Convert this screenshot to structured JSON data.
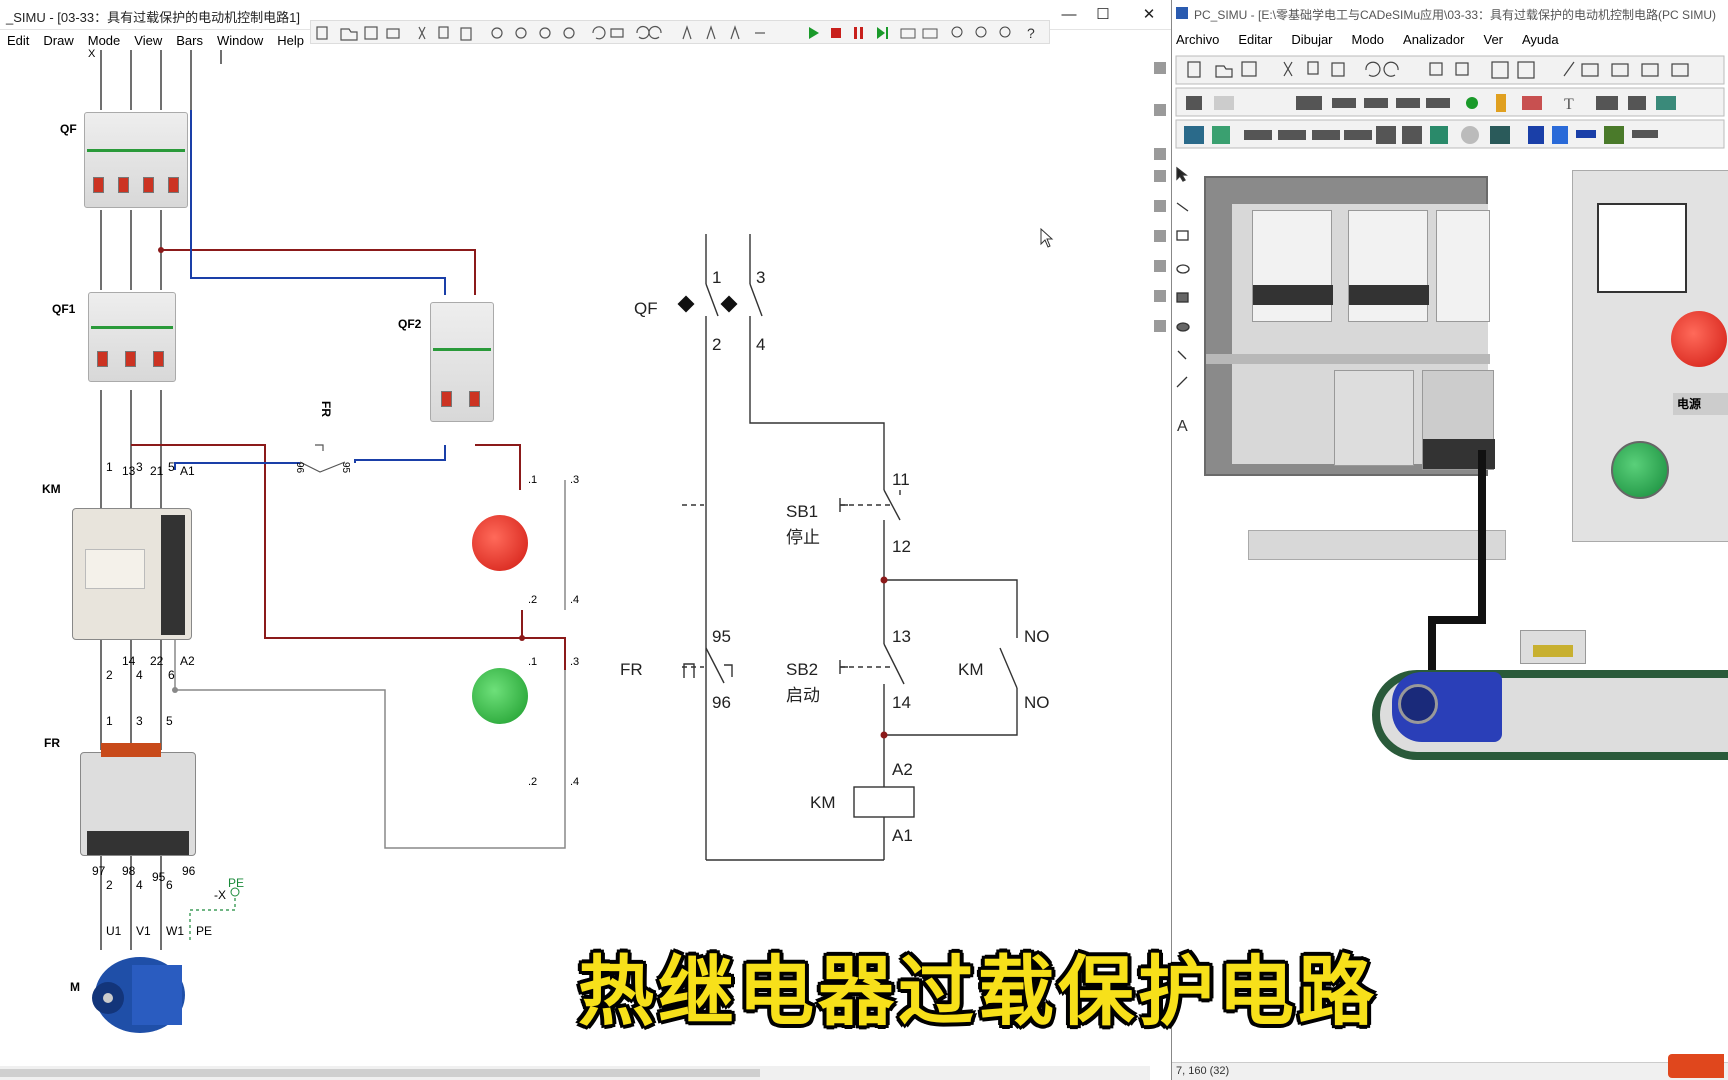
{
  "left_window": {
    "title": "_SIMU - [03-33：具有过载保护的电动机控制电路1]",
    "menu": [
      "Edit",
      "Draw",
      "Mode",
      "View",
      "Bars",
      "Window",
      "Help"
    ],
    "controls": {
      "minimize": "—",
      "maximize": "☐",
      "close": "✕"
    }
  },
  "right_window": {
    "title": "PC_SIMU - [E:\\零基础学电工与CADeSIMu应用\\03-33：具有过载保护的电动机控制电路(PC SIMU)",
    "menu": [
      "Archivo",
      "Editar",
      "Dibujar",
      "Modo",
      "Analizador",
      "Ver",
      "Ayuda"
    ],
    "status": "7, 160 (32)",
    "panel_label": "电源"
  },
  "wiring_labels": {
    "QF": "QF",
    "QF1": "QF1",
    "QF2": "QF2",
    "KM": "KM",
    "FR": "FR",
    "M": "M",
    "fr_small": "FR",
    "fr_96": "96",
    "fr_95": "95",
    "km_top": [
      "1",
      "13",
      "3",
      "21",
      "5",
      "A1"
    ],
    "km_bottom": [
      "2",
      "14",
      "4",
      "22",
      "6",
      "A2"
    ],
    "fr_top": [
      "1",
      "3",
      "5"
    ],
    "fr_bottom": [
      "97",
      "98",
      "95",
      "96",
      "2",
      "4",
      "6"
    ],
    "motor": [
      "U1",
      "V1",
      "W1",
      "PE"
    ],
    "terminal_pe": "PE",
    "terminal_x": "-X",
    "pb_red": [
      ".1",
      ".3",
      ".2",
      ".4"
    ],
    "pb_green": [
      ".1",
      ".3",
      ".2",
      ".4"
    ],
    "top_x": "X"
  },
  "schematic": {
    "QF": "QF",
    "qf_1": "1",
    "qf_3": "3",
    "qf_2": "2",
    "qf_4": "4",
    "SB1": "SB1",
    "SB1_cn": "停止",
    "sb1_11": "11",
    "sb1_12": "12",
    "SB2": "SB2",
    "SB2_cn": "启动",
    "sb2_13": "13",
    "sb2_14": "14",
    "FR": "FR",
    "fr_95": "95",
    "fr_96": "96",
    "KM_contact": "KM",
    "no_top": "NO",
    "no_bottom": "NO",
    "KM_coil": "KM",
    "a2": "A2",
    "a1": "A1"
  },
  "subtitle": "热继电器过载保护电路",
  "colors": {
    "wire_red": "#8b1a1a",
    "wire_blue": "#1a3fa8",
    "wire_gray": "#888888",
    "subtitle": "#f7e01a"
  }
}
